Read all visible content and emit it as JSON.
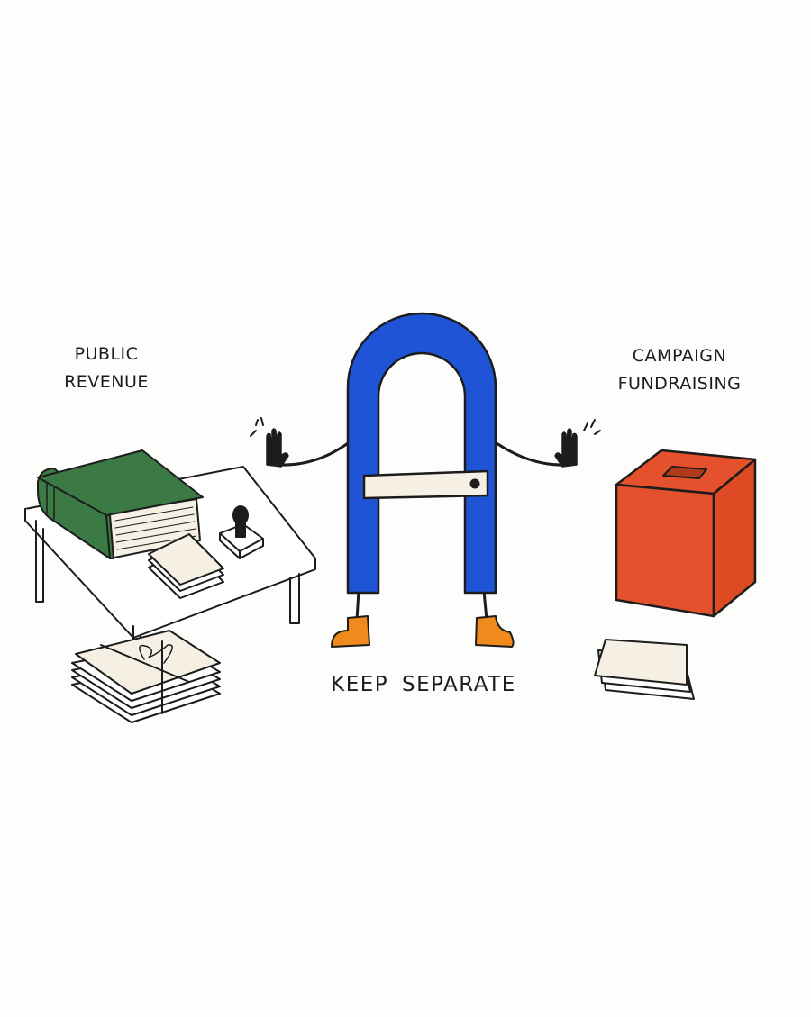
{
  "labels": {
    "left": {
      "line1": "PUBLIC",
      "line2": "REVENUE"
    },
    "right": {
      "line1": "CAMPAIGN",
      "line2": "FUNDRAISING"
    },
    "center": "KEEP SEPARATE"
  },
  "colors": {
    "magnet_blue": "#1f54d6",
    "book_green": "#3b7a45",
    "ballot_box_orange": "#e5512c",
    "boot_orange": "#f08a1c",
    "paper": "#f6f0e4",
    "ink": "#1c1c1c"
  },
  "icons": [
    "ledger-book-icon",
    "rubber-stamp-icon",
    "tied-document-bundle-icon",
    "ballot-box-icon",
    "magnet-character-icon"
  ]
}
